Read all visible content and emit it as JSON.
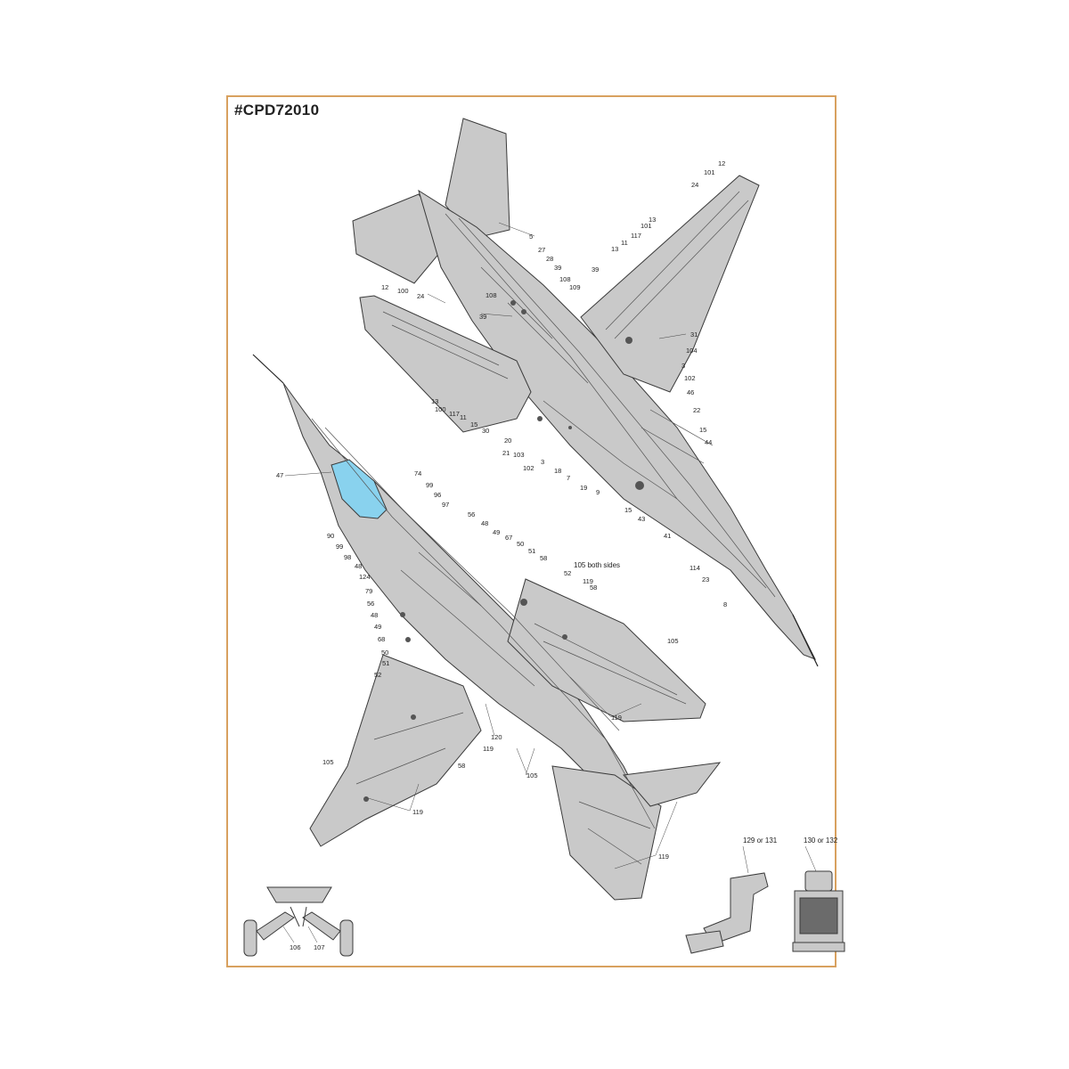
{
  "sheet": {
    "code": "#CPD72010"
  },
  "colors": {
    "frame": "#d8a15f",
    "fill": "#c9c9c9",
    "canopy": "#89d2ee",
    "line": "#3a3a3a"
  },
  "labels": {
    "top": [
      "12",
      "101",
      "24",
      "13",
      "101",
      "117",
      "11",
      "13",
      "5",
      "27",
      "28",
      "39",
      "39",
      "108",
      "108",
      "109",
      "39",
      "12",
      "100",
      "24",
      "31",
      "104",
      "3",
      "102",
      "46",
      "22",
      "15",
      "44",
      "13",
      "100",
      "117",
      "11",
      "15",
      "30",
      "20",
      "21",
      "103",
      "102",
      "3",
      "18",
      "7",
      "19",
      "9",
      "15",
      "43",
      "41",
      "114",
      "23",
      "8"
    ],
    "bottom": [
      "47",
      "74",
      "99",
      "96",
      "97",
      "90",
      "99",
      "98",
      "48",
      "124",
      "79",
      "56",
      "48",
      "49",
      "68",
      "50",
      "51",
      "52",
      "56",
      "48",
      "49",
      "67",
      "50",
      "51",
      "58",
      "105 both sides",
      "52",
      "119",
      "58",
      "105",
      "119",
      "120",
      "119",
      "58",
      "105",
      "105",
      "119",
      "119",
      "106",
      "107",
      "129 or 131",
      "130 or 132"
    ]
  }
}
